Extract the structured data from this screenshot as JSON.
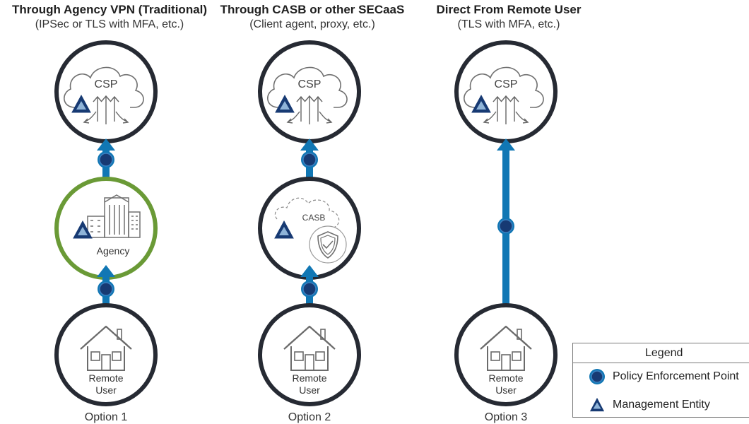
{
  "columns": [
    {
      "title": "Through Agency VPN (Traditional)",
      "subtitle": "(IPSec or TLS with MFA, etc.)",
      "option": "Option 1"
    },
    {
      "title": "Through CASB or other SECaaS",
      "subtitle": "(Client agent, proxy, etc.)",
      "option": "Option 2"
    },
    {
      "title": "Direct From Remote User",
      "subtitle": "(TLS with MFA, etc.)",
      "option": "Option 3"
    }
  ],
  "nodes": {
    "csp_label": "CSP",
    "agency_label": "Agency",
    "casb_label": "CASB",
    "remote_user_line1": "Remote",
    "remote_user_line2": "User"
  },
  "legend": {
    "title": "Legend",
    "items": [
      {
        "label": "Policy Enforcement Point",
        "icon": "policy-enforcement-point-icon"
      },
      {
        "label": "Management Entity",
        "icon": "management-entity-triangle-icon"
      }
    ]
  },
  "colors": {
    "ring_dark": "#262a33",
    "ring_agency": "#6a9a36",
    "arrow_blue": "#1177b4",
    "pep_navy": "#173a73",
    "icon_gray": "#6b6b6b"
  }
}
